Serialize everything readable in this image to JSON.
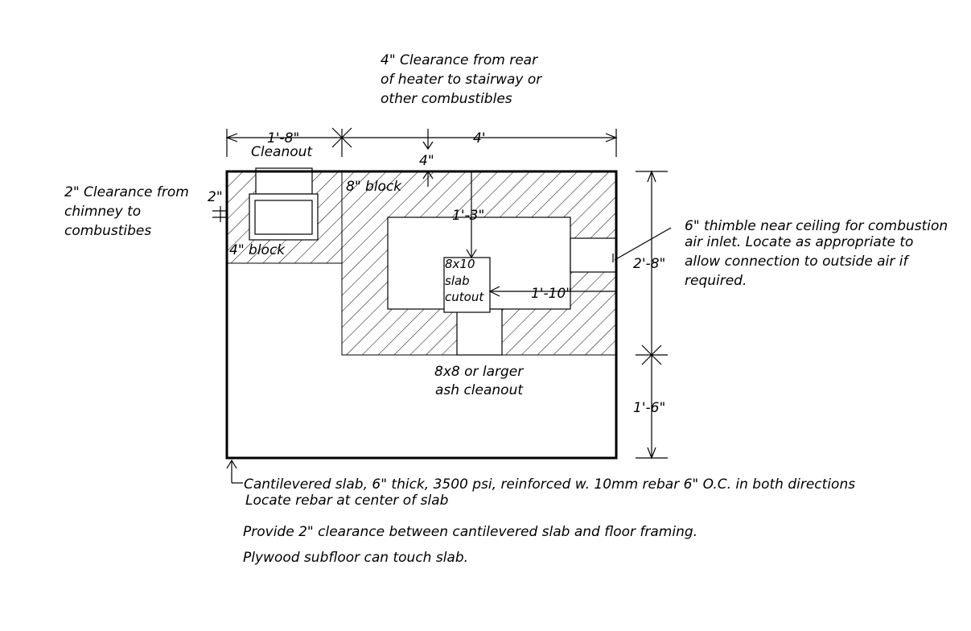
{
  "notes": {
    "rear_clearance": [
      "4\" Clearance from rear",
      "of heater to stairway or",
      "other combustibles"
    ],
    "chimney_clearance": [
      "2\" Clearance from",
      "chimney to",
      "combustibes"
    ],
    "thimble": [
      "6\" thimble near ceiling for combustion",
      "air inlet. Locate as appropriate to",
      "allow connection to outside air if",
      "required."
    ],
    "slab": [
      "Cantilevered slab, 6\" thick, 3500 psi, reinforced w. 10mm rebar 6\" O.C. in both directions",
      "Locate rebar at center of slab"
    ],
    "framing_clearance": "Provide 2\" clearance between cantilevered slab and floor framing.",
    "subfloor": "Plywood subfloor can touch slab."
  },
  "labels": {
    "cleanout": "Cleanout",
    "block_8": "8\" block",
    "block_4": "4\" block",
    "slab_cutout": [
      "8x10",
      "slab",
      "cutout"
    ],
    "ash_cleanout": [
      "8x8 or larger",
      "ash cleanout"
    ]
  },
  "dimensions": {
    "left_width": "1'-8\"",
    "right_width": "4'",
    "rear_gap": "4\"",
    "chimney_gap": "2\"",
    "firebox_offset": "1'-3\"",
    "cutout_offset": "1'-10\"",
    "depth_upper": "2'-8\"",
    "depth_lower": "1'-6\""
  }
}
